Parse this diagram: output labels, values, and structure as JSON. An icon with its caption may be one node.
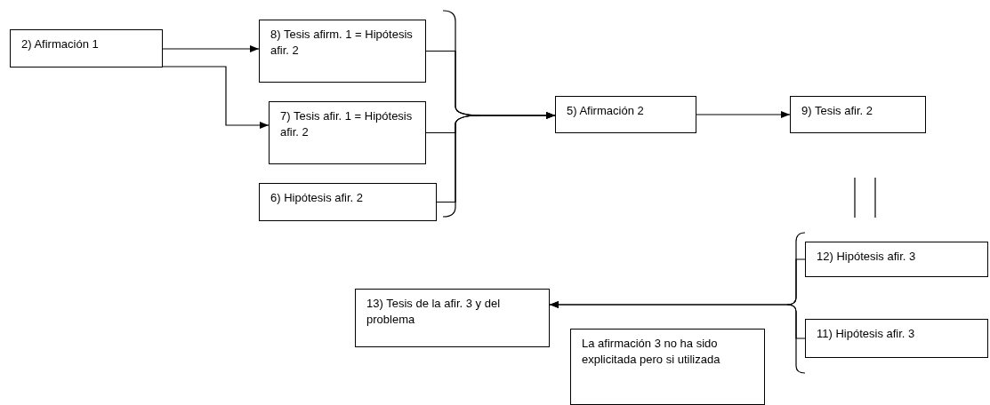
{
  "diagram": {
    "nodes": [
      {
        "text": [
          "2) Afirmación 1"
        ]
      },
      {
        "text": [
          "8) Tesis afirm. 1 = Hipótesis afir. 2"
        ]
      },
      {
        "text": [
          "7) Tesis afir. 1 = Hipótesis afir. 2"
        ]
      },
      {
        "text": [
          "6) Hipótesis afir. 2"
        ]
      },
      {
        "text": [
          "5) Afirmación 2"
        ]
      },
      {
        "text": [
          "9) Tesis afir. 2"
        ]
      },
      {
        "text": [
          "12) Hipótesis afir. 3"
        ]
      },
      {
        "text": [
          "11) Hipótesis afir. 3"
        ]
      },
      {
        "text": [
          "13) Tesis de la afir. 3 y del problema"
        ]
      },
      {
        "text": [
          "La afirmación 3 no ha sido explicitada pero si utilizada"
        ]
      }
    ],
    "edges": [
      {
        "from": 0,
        "to": 1,
        "arrow": "to"
      },
      {
        "from": 0,
        "to": 2,
        "arrow": "to"
      },
      {
        "from": 1,
        "to": 4,
        "arrow": "to"
      },
      {
        "from": 2,
        "to": 4,
        "arrow": "to"
      },
      {
        "from": 3,
        "to": 4,
        "arrow": "to"
      },
      {
        "from": 4,
        "to": 5,
        "arrow": "to"
      },
      {
        "from": 6,
        "to": 8,
        "arrow": "to"
      },
      {
        "from": 7,
        "to": 8,
        "arrow": "to"
      }
    ]
  }
}
